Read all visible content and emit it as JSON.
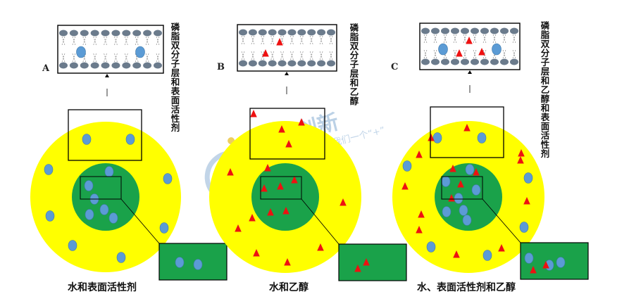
{
  "panels": [
    {
      "letter": "A",
      "caption": "水和表面活性剂",
      "vertical_label": "磷脂双分子层和表面活性剂",
      "contents": [
        "surfactant"
      ]
    },
    {
      "letter": "B",
      "caption": "水和乙醇",
      "vertical_label": "磷脂双分子层和乙醇",
      "contents": [
        "ethanol"
      ]
    },
    {
      "letter": "C",
      "caption": "水、表面活性剂和乙醇",
      "vertical_label": "磷脂双分子层和乙醇和表面活性剂",
      "contents": [
        "surfactant",
        "ethanol"
      ]
    }
  ],
  "watermark": {
    "main": "金智创新",
    "sub": "金智创新是我们一个“+”"
  },
  "colors": {
    "outer_circle": "#ffff00",
    "inner_circle": "#1aa24a",
    "inset_box": "#1aa24a",
    "surfactant": "#5b9bd5",
    "ethanol": "#ee1111",
    "lipid_head": "#6b7b8c",
    "outline": "#000000"
  },
  "icons": {
    "surfactant": "blue-ellipse",
    "ethanol": "red-triangle",
    "lipid": "grey-ellipse-head-with-tails"
  }
}
